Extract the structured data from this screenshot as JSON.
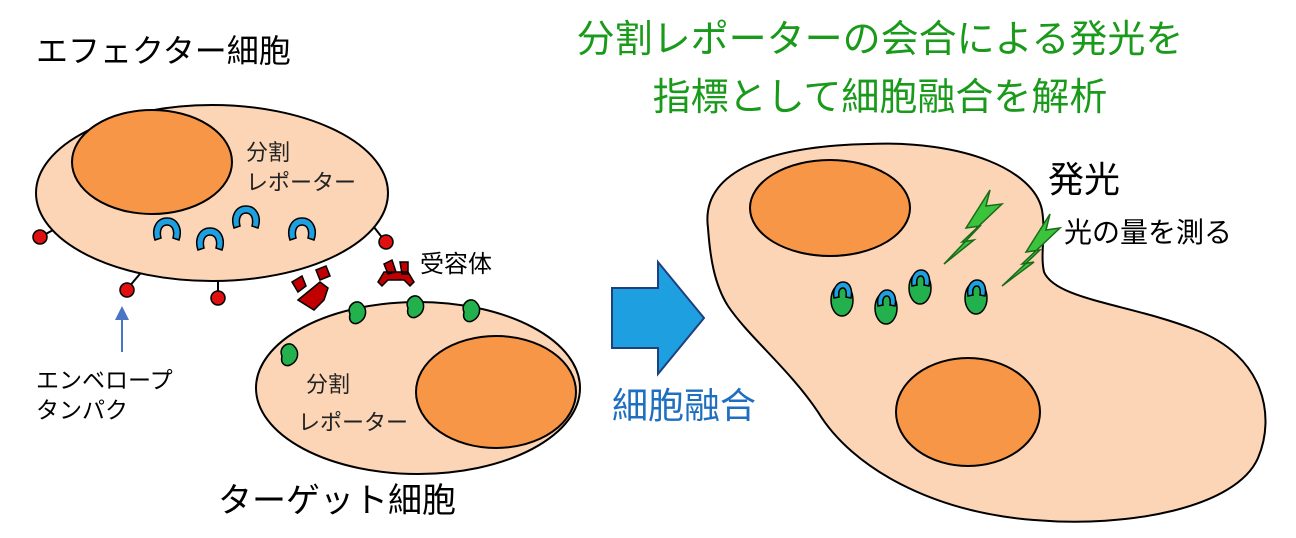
{
  "labels": {
    "effector_cell": "エフェクター細胞",
    "target_cell": "ターゲット細胞",
    "title_line1": "分割レポーターの会合による発光を",
    "title_line2": "指標として細胞融合を解析",
    "reporter_effector_line1": "分割",
    "reporter_effector_line2": "レポーター",
    "reporter_target_line1": "分割",
    "reporter_target_line2": "レポーター",
    "receptor": "受容体",
    "envelope_line1": "エンベロープ",
    "envelope_line2": "タンパク",
    "cell_fusion": "細胞融合",
    "luminescence": "発光",
    "measure_light": "光の量を測る"
  },
  "colors": {
    "cell_fill": "#fbd5b5",
    "nucleus_fill": "#f79646",
    "reporter_blue": "#1e9fe0",
    "reporter_green": "#22b14c",
    "receptor_red": "#c00000",
    "envelope_dot": "#e01010",
    "arrow_blue": "#1e9fe0",
    "lightning_green": "#3cc33c",
    "title_green": "#1a9a1a",
    "fusion_text_blue": "#1f6fc0"
  },
  "icons": {
    "fusion_arrow": "right-arrow-icon",
    "light_emission": "lightning-icon",
    "pointer": "up-arrow-icon"
  }
}
